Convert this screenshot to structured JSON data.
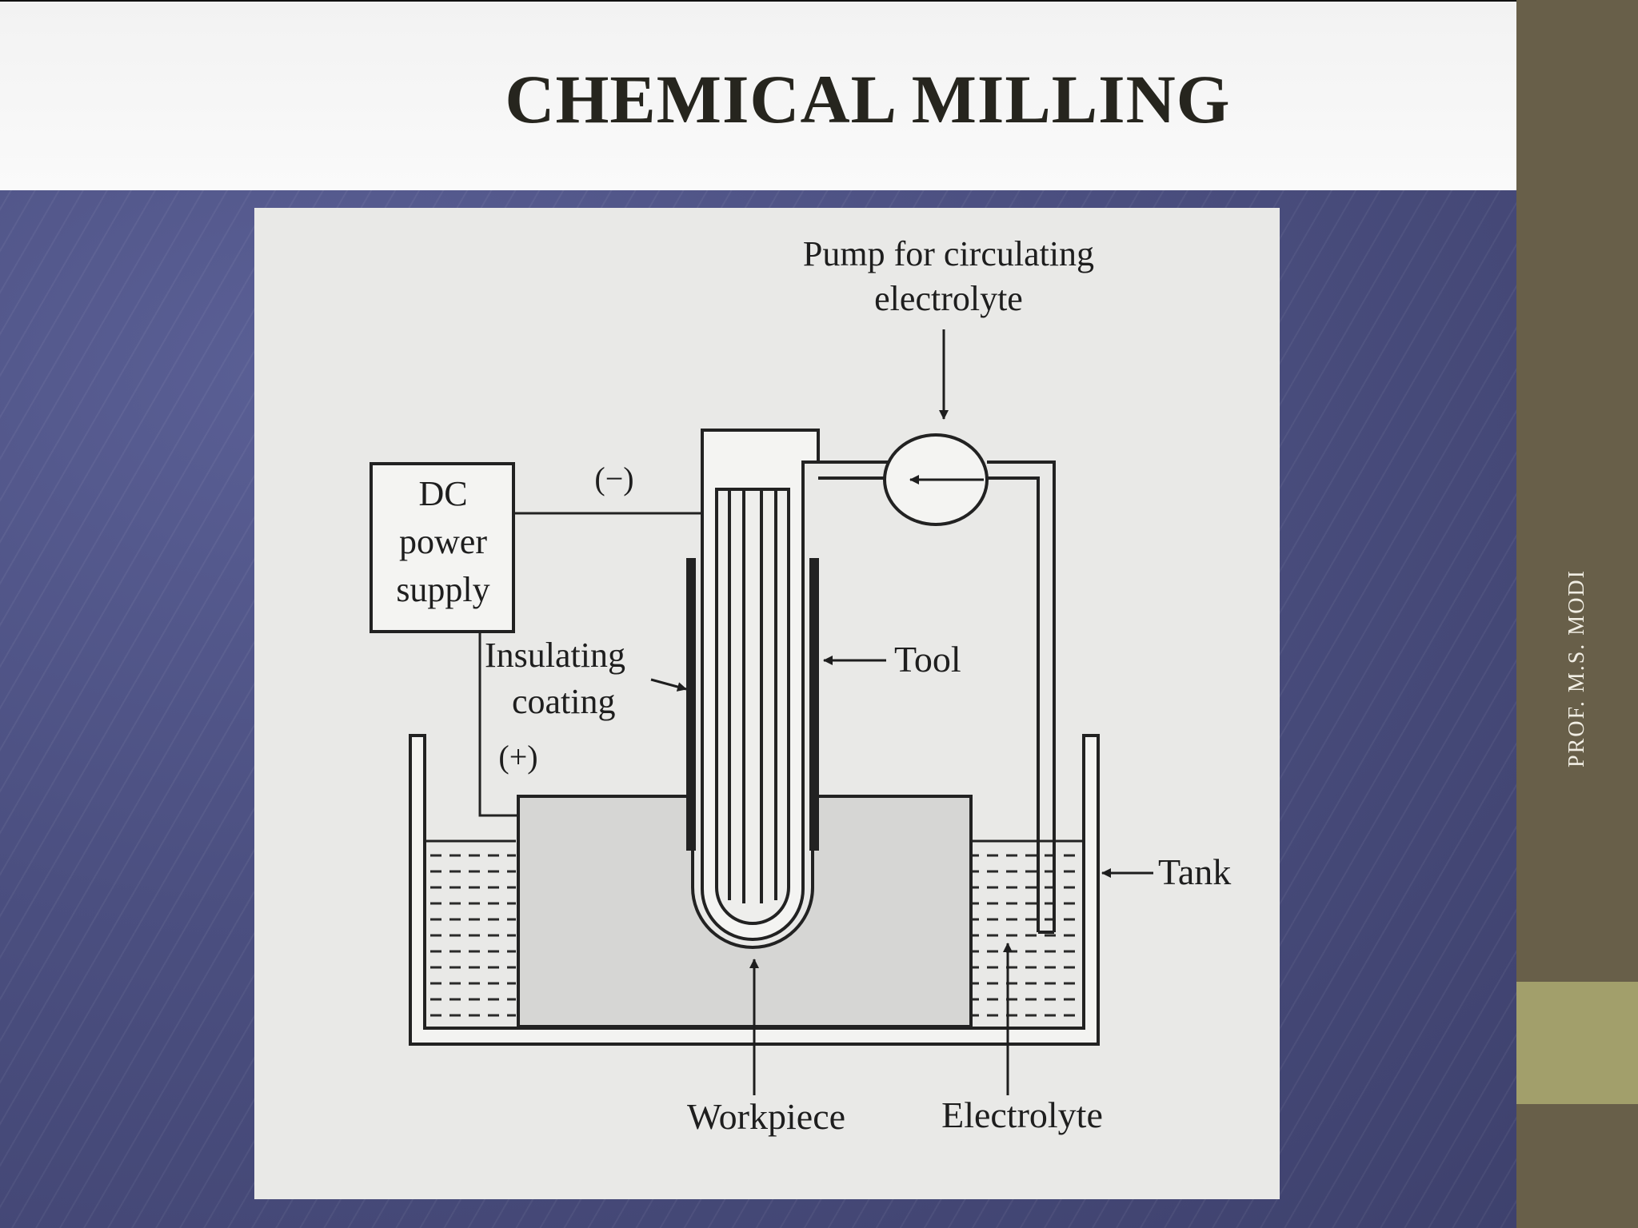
{
  "slide": {
    "title": "CHEMICAL MILLING",
    "side_label": "PROF. M.S. MODI"
  },
  "diagram": {
    "labels": {
      "pump_line1": "Pump for circulating",
      "pump_line2": "electrolyte",
      "dc_line1": "DC",
      "dc_line2": "power",
      "dc_line3": "supply",
      "negative": "(−)",
      "positive": "(+)",
      "insulating_line1": "Insulating",
      "insulating_line2": "coating",
      "tool": "Tool",
      "tank": "Tank",
      "workpiece": "Workpiece",
      "electrolyte": "Electrolyte"
    }
  },
  "colors": {
    "slide_background": "#4a4e7e",
    "title_band": "#f4f4f4",
    "side_bar": "#685f49",
    "side_accent": "#a29f6b",
    "figure_background": "#e9e9e7",
    "workpiece_fill": "#d6d6d4"
  }
}
